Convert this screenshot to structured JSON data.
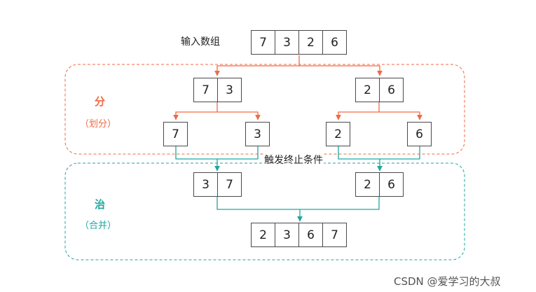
{
  "input_label": "输入数组",
  "input_array": [
    "7",
    "3",
    "2",
    "6"
  ],
  "divide": {
    "title": "分",
    "subtitle": "（划分）",
    "level1": [
      [
        "7",
        "3"
      ],
      [
        "2",
        "6"
      ]
    ],
    "level2": [
      "7",
      "3",
      "2",
      "6"
    ]
  },
  "termination_label": "触发终止条件",
  "conquer": {
    "title": "治",
    "subtitle": "（合并）",
    "merged_pairs": [
      [
        "3",
        "7"
      ],
      [
        "2",
        "6"
      ]
    ],
    "result": [
      "2",
      "3",
      "6",
      "7"
    ]
  },
  "watermark": "CSDN @爱学习的大叔",
  "colors": {
    "divide": "#f06a43",
    "conquer": "#1fa6a0",
    "box_border": "#4a4a4a"
  }
}
